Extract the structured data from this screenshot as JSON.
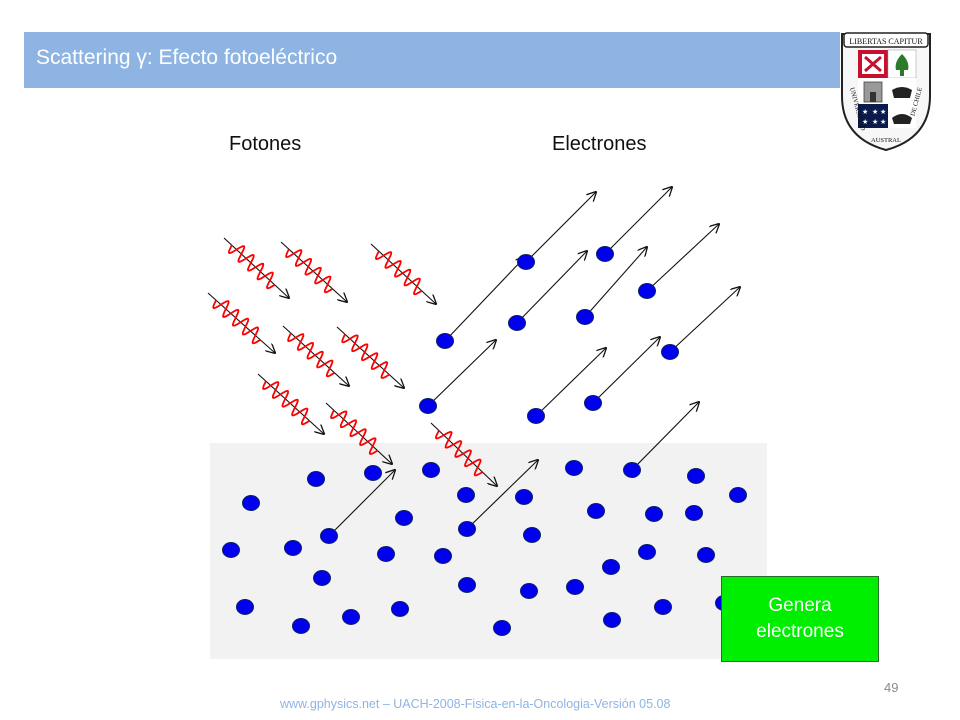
{
  "slide": {
    "title": "Scattering γ: Efecto fotoeléctrico",
    "page_number": "49",
    "footer": "www.gphysics.net – UACH-2008-Fisica-en-la-Oncologia-Versión 05.08"
  },
  "logo": {
    "banner": "LIBERTAS CAPITUR",
    "left_text": "UNIVERSIDAD",
    "bottom_text": "AUSTRAL",
    "right_text": "DE CHILE"
  },
  "diagram": {
    "photons_label": "Fotones",
    "electrons_label": "Electrones",
    "callout": "Genera electrones"
  },
  "colors": {
    "title_bar": "#8eb4e3",
    "electron": "#0000ee",
    "photon": "#ff0000",
    "material": "#f2f2f2",
    "callout_bg": "#00ee00"
  },
  "icons": [
    "university-seal-icon",
    "electron-dot-icon",
    "photon-wave-icon",
    "arrow-icon"
  ]
}
